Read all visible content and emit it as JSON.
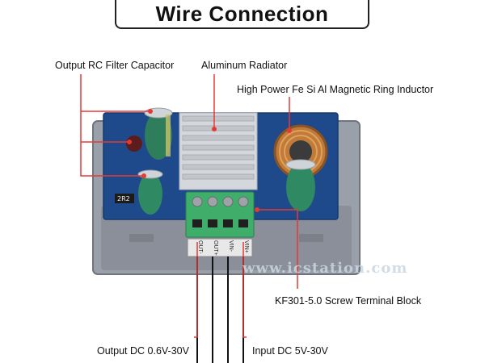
{
  "title": "Wire Connection",
  "labels": {
    "rc_filter": "Output RC Filter Capacitor",
    "radiator": "Aluminum Radiator",
    "inductor": "High Power Fe Si Al Magnetic Ring Inductor",
    "terminal": "KF301-5.0 Screw Terminal Block",
    "output_dc": "Output DC 0.6V-30V",
    "input_dc": "Input DC 5V-30V"
  },
  "board": {
    "pin_labels": [
      "OUT-",
      "OUT+",
      "VIN-",
      "VIN+"
    ],
    "chip_label": "2R2"
  },
  "watermark": "www.icstation.com",
  "colors": {
    "callout_red": "#e53935",
    "terminal_green": "#3fae6a",
    "pcb_blue": "#1e4a8c",
    "case_gray": "#8a8f99"
  }
}
